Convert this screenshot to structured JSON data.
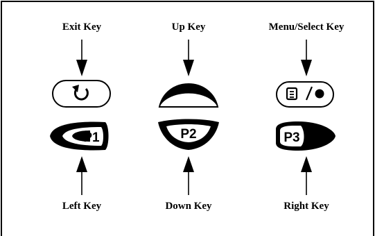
{
  "labels": {
    "exit": "Exit Key",
    "up": "Up Key",
    "menu": "Menu/Select Key",
    "left": "Left Key",
    "down": "Down Key",
    "right": "Right Key"
  },
  "buttons": {
    "p1": "P1",
    "p2": "P2",
    "p3": "P3"
  },
  "icons": {
    "exit": "back-arrow-icon",
    "up": "up-arc-icon",
    "menu": "menu-select-icon"
  },
  "colors": {
    "ink": "#000000",
    "background": "#ffffff"
  }
}
